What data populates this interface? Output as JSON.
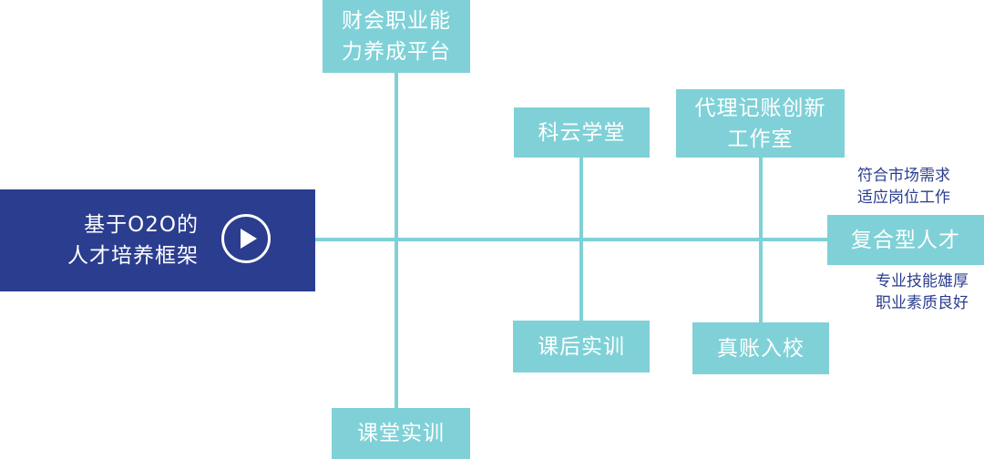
{
  "root": {
    "line1": "基于O2O的",
    "line2": "人才培养框架"
  },
  "boxes": {
    "top1": {
      "line1": "财会职业能",
      "line2": "力养成平台"
    },
    "top2": {
      "line1": "科云学堂"
    },
    "top3": {
      "line1": "代理记账创新",
      "line2": "工作室"
    },
    "bottom1": {
      "line1": "课堂实训"
    },
    "bottom2": {
      "line1": "课后实训"
    },
    "bottom3": {
      "line1": "真账入校"
    },
    "end": {
      "line1": "复合型人才"
    }
  },
  "notes": {
    "above": {
      "line1": "符合市场需求",
      "line2": "适应岗位工作"
    },
    "below": {
      "line1": "专业技能雄厚",
      "line2": "职业素质良好"
    }
  },
  "colors": {
    "teal": "#7fd1d7",
    "navy": "#2b3d8f"
  },
  "icons": {
    "play": "play-icon"
  }
}
